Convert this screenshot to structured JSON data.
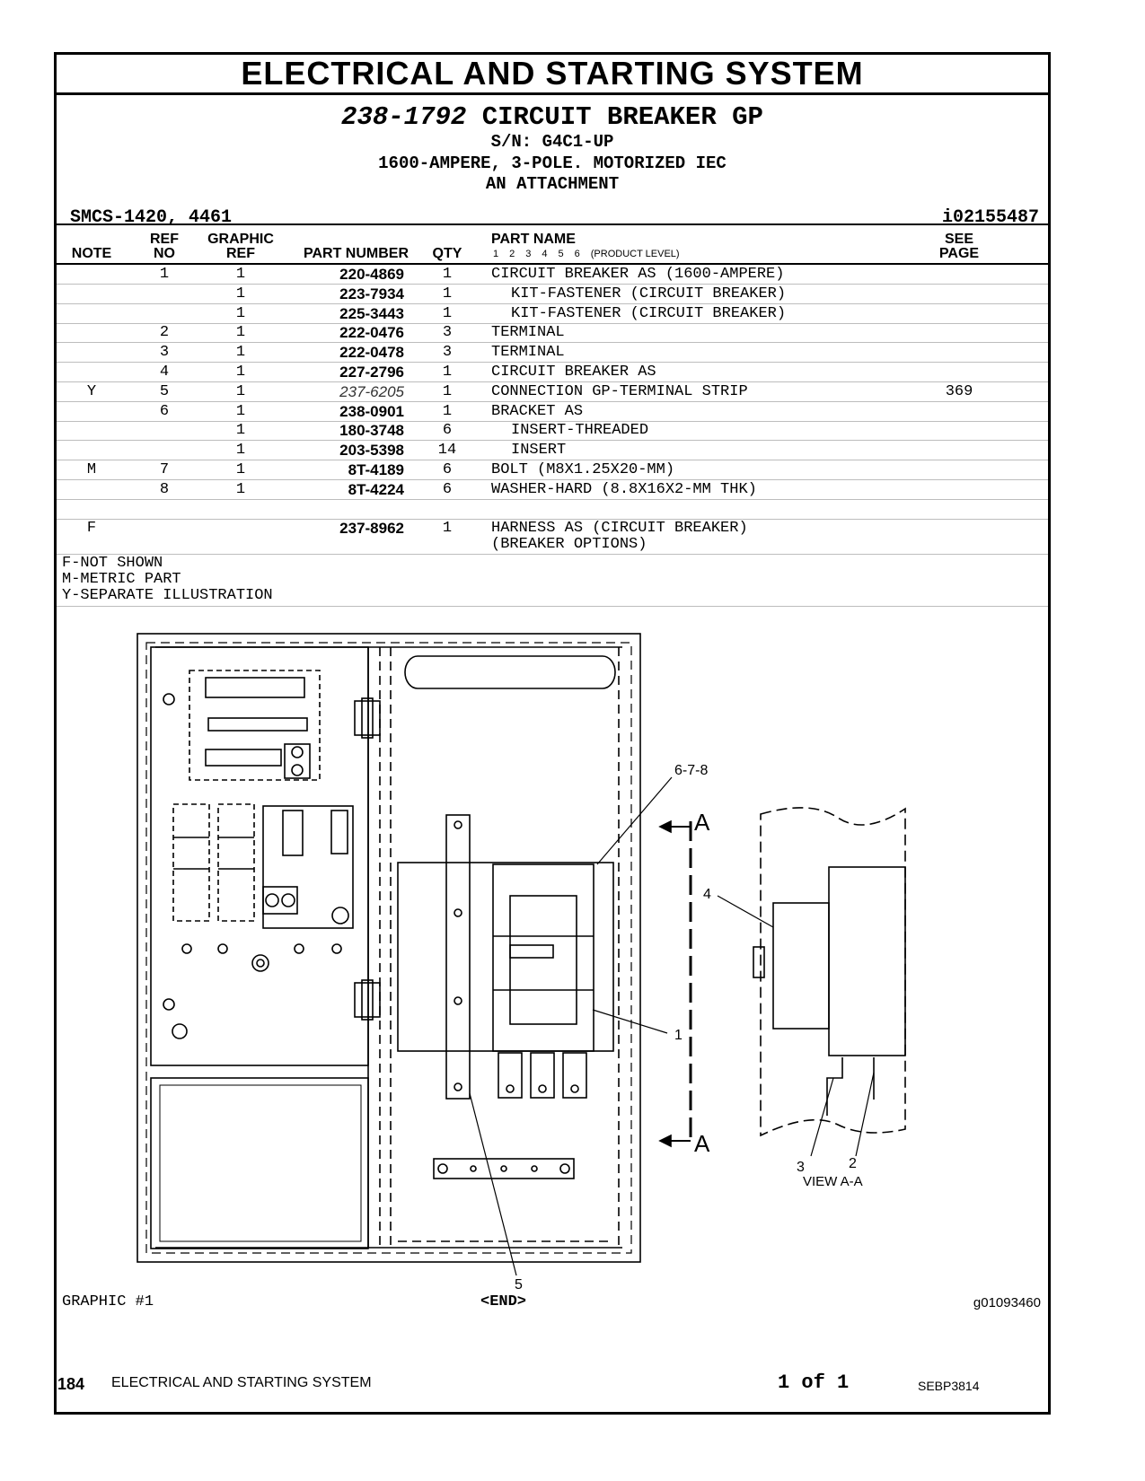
{
  "section_title": "ELECTRICAL AND STARTING SYSTEM",
  "group": {
    "number": "238-1792",
    "name": "CIRCUIT BREAKER GP",
    "serial": "S/N: G4C1-UP",
    "description": "1600-AMPERE, 3-POLE. MOTORIZED IEC",
    "type": "AN ATTACHMENT",
    "smcs": "SMCS-1420, 4461",
    "ident": "i02155487"
  },
  "table": {
    "headers": {
      "note": "NOTE",
      "ref_no": [
        "REF",
        "NO"
      ],
      "graphic_ref": [
        "GRAPHIC",
        "REF"
      ],
      "part_number": "PART NUMBER",
      "qty": "QTY",
      "part_name": "PART NAME",
      "product_level": [
        "1",
        "2",
        "3",
        "4",
        "5",
        "6",
        "(PRODUCT LEVEL)"
      ],
      "see_page": [
        "SEE",
        "PAGE"
      ]
    },
    "rows": [
      {
        "note": "",
        "ref": "1",
        "gref": "1",
        "pn": "220-4869",
        "qty": "1",
        "name": "CIRCUIT BREAKER AS (1600-AMPERE)",
        "page": "",
        "indent": 0,
        "italic": false
      },
      {
        "note": "",
        "ref": "",
        "gref": "1",
        "pn": "223-7934",
        "qty": "1",
        "name": "KIT-FASTENER (CIRCUIT BREAKER)",
        "page": "",
        "indent": 1,
        "italic": false
      },
      {
        "note": "",
        "ref": "",
        "gref": "1",
        "pn": "225-3443",
        "qty": "1",
        "name": "KIT-FASTENER (CIRCUIT BREAKER)",
        "page": "",
        "indent": 1,
        "italic": false
      },
      {
        "note": "",
        "ref": "2",
        "gref": "1",
        "pn": "222-0476",
        "qty": "3",
        "name": "TERMINAL",
        "page": "",
        "indent": 0,
        "italic": false
      },
      {
        "note": "",
        "ref": "3",
        "gref": "1",
        "pn": "222-0478",
        "qty": "3",
        "name": "TERMINAL",
        "page": "",
        "indent": 0,
        "italic": false
      },
      {
        "note": "",
        "ref": "4",
        "gref": "1",
        "pn": "227-2796",
        "qty": "1",
        "name": "CIRCUIT BREAKER AS",
        "page": "",
        "indent": 0,
        "italic": false
      },
      {
        "note": "Y",
        "ref": "5",
        "gref": "1",
        "pn": "237-6205",
        "qty": "1",
        "name": "CONNECTION GP-TERMINAL STRIP",
        "page": "369",
        "indent": 0,
        "italic": true
      },
      {
        "note": "",
        "ref": "6",
        "gref": "1",
        "pn": "238-0901",
        "qty": "1",
        "name": "BRACKET AS",
        "page": "",
        "indent": 0,
        "italic": false
      },
      {
        "note": "",
        "ref": "",
        "gref": "1",
        "pn": "180-3748",
        "qty": "6",
        "name": "INSERT-THREADED",
        "page": "",
        "indent": 1,
        "italic": false
      },
      {
        "note": "",
        "ref": "",
        "gref": "1",
        "pn": "203-5398",
        "qty": "14",
        "name": "INSERT",
        "page": "",
        "indent": 1,
        "italic": false
      },
      {
        "note": "M",
        "ref": "7",
        "gref": "1",
        "pn": "8T-4189",
        "qty": "6",
        "name": "BOLT (M8X1.25X20-MM)",
        "page": "",
        "indent": 0,
        "italic": false
      },
      {
        "note": "",
        "ref": "8",
        "gref": "1",
        "pn": "8T-4224",
        "qty": "6",
        "name": "WASHER-HARD (8.8X16X2-MM THK)",
        "page": "",
        "indent": 0,
        "italic": false
      },
      {
        "note": "",
        "ref": "",
        "gref": "",
        "pn": "",
        "qty": "",
        "name": "",
        "page": "",
        "indent": 0,
        "italic": false
      },
      {
        "note": "F",
        "ref": "",
        "gref": "",
        "pn": "237-8962",
        "qty": "1",
        "name": "HARNESS AS (CIRCUIT BREAKER)",
        "page": "",
        "indent": 0,
        "italic": false
      }
    ],
    "continuation": "(BREAKER OPTIONS)"
  },
  "notes": [
    "F-NOT SHOWN",
    "M-METRIC PART",
    "Y-SEPARATE ILLUSTRATION"
  ],
  "drawing": {
    "callouts": {
      "c678": "6-7-8",
      "c4": "4",
      "c1": "1",
      "c3": "3",
      "c2": "2",
      "c5": "5"
    },
    "section_marker": "A",
    "view_label": "VIEW A-A"
  },
  "footer": {
    "graphic": "GRAPHIC #1",
    "end": "<END>",
    "graphic_id": "g01093460"
  },
  "page_footer": {
    "page_number": "184",
    "section": "ELECTRICAL AND STARTING SYSTEM",
    "page_of": "1 of 1",
    "publication": "SEBP3814"
  }
}
